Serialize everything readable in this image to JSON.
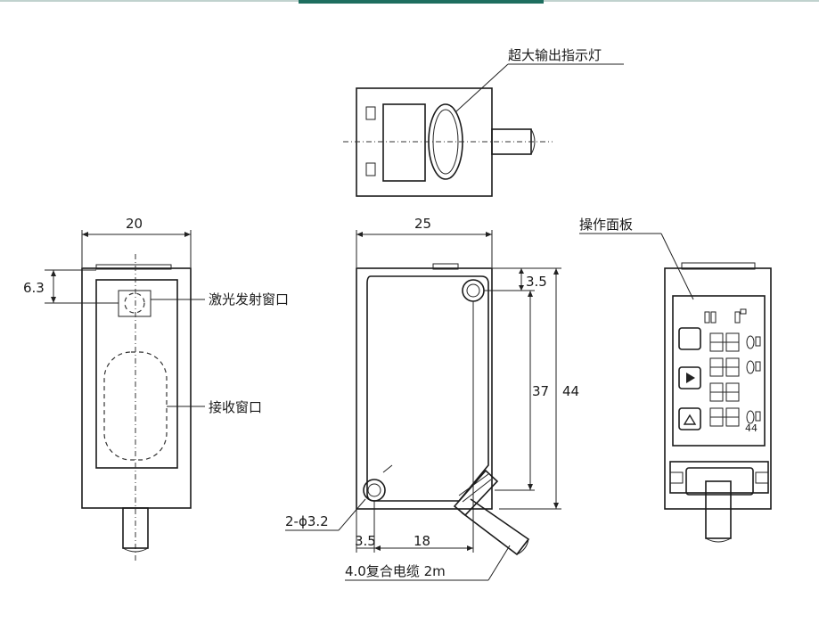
{
  "header": {
    "accent_color": "#1e6e5f",
    "line_color": "#9ab8b0"
  },
  "labels": {
    "indicator": "超大输出指示灯",
    "emit_window": "激光发射窗口",
    "receive_window": "接收窗口",
    "panel": "操作面板",
    "holes": "2-ϕ3.2",
    "cable": "4.0复合电缆 2m"
  },
  "dimensions": {
    "side_width": "20",
    "side_offset": "6.3",
    "front_width": "25",
    "top_offset": "3.5",
    "inner_height": "37",
    "total_height": "44",
    "hole_x": "3.5",
    "hole_spacing": "18",
    "panel_display": "44"
  }
}
